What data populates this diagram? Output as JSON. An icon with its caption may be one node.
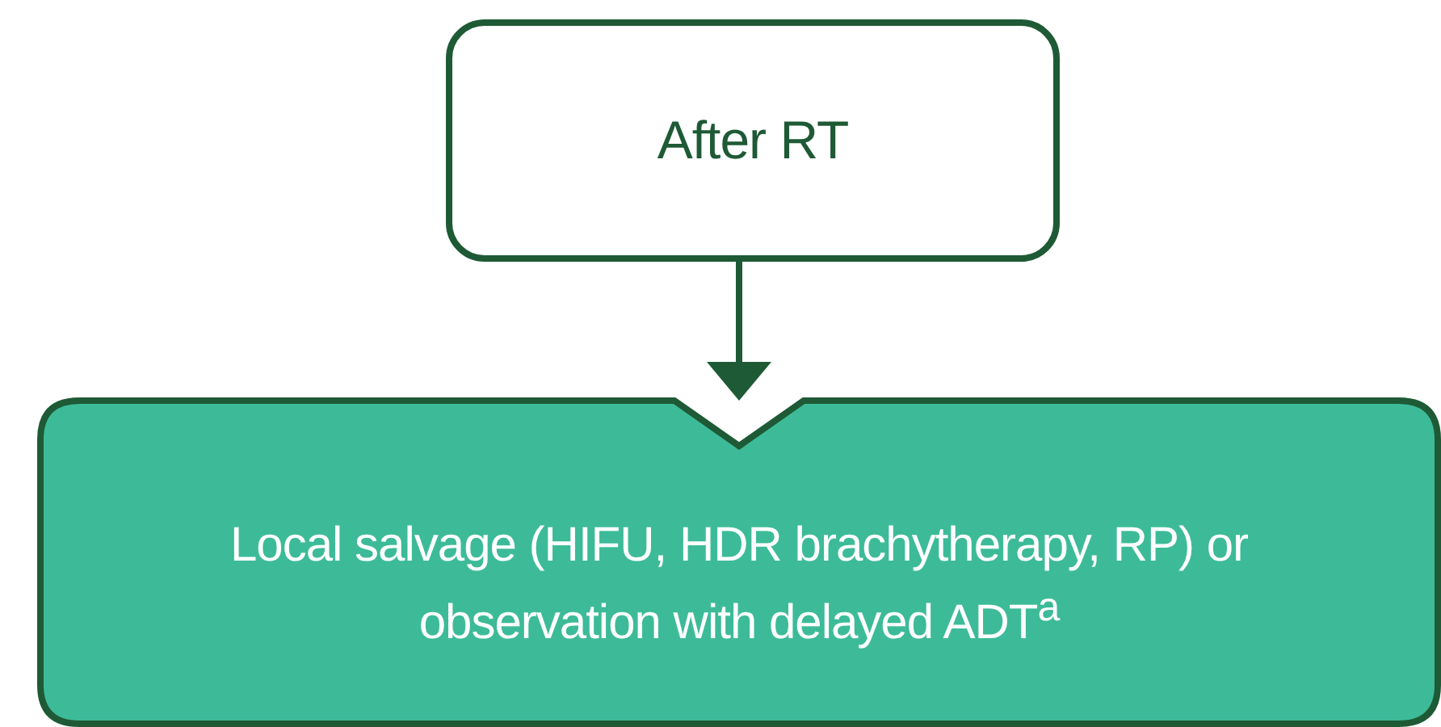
{
  "diagram": {
    "nodes": [
      {
        "text": [
          "After RT"
        ]
      },
      {
        "text": [
          "Local salvage (HIFU, HDR brachytherapy, RP) or observation with delayed ADT$^{a}$"
        ]
      }
    ],
    "edges": [
      {
        "from": 0,
        "to": 1,
        "arrow": "to"
      }
    ]
  }
}
